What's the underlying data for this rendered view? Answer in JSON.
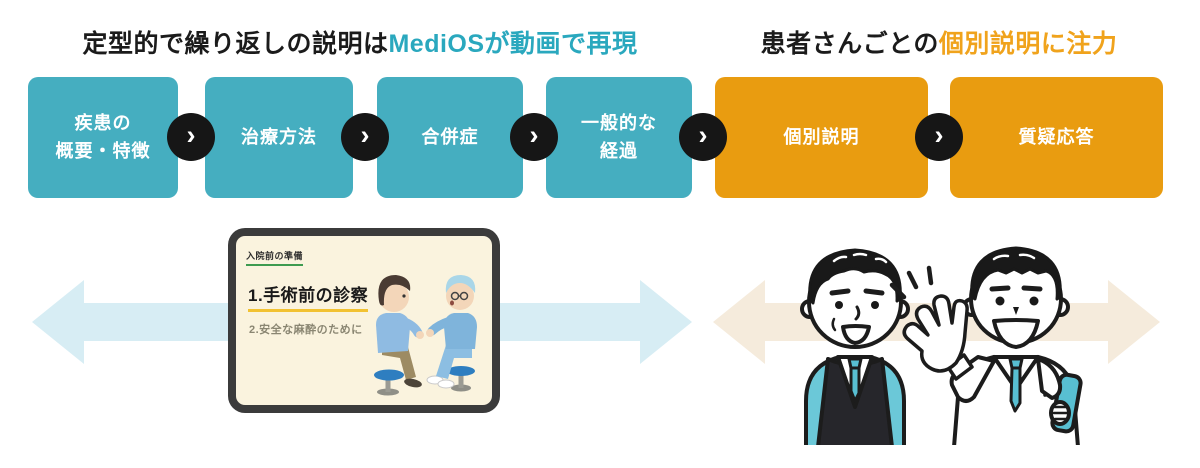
{
  "headings": {
    "video": {
      "plain": "定型的で繰り返しの説明は",
      "accent": "MediOSが動画で再現"
    },
    "individual": {
      "plain": "患者さんごとの",
      "accent": "個別説明に注力"
    }
  },
  "flow": {
    "chevron_glyph": "›",
    "steps": [
      {
        "label": "疾患の\n概要・特徴",
        "group": "video"
      },
      {
        "label": "治療方法",
        "group": "video"
      },
      {
        "label": "合併症",
        "group": "video"
      },
      {
        "label": "一般的な\n経過",
        "group": "video"
      },
      {
        "label": "個別説明",
        "group": "individual"
      },
      {
        "label": "質疑応答",
        "group": "individual"
      }
    ]
  },
  "tablet": {
    "tag": "入院前の準備",
    "slide_title": "1.手術前の診察",
    "slide_subtitle": "2.安全な麻酔のために"
  },
  "colors": {
    "accent_teal": "#2AA8BE",
    "accent_orange": "#F0A31C",
    "box_teal": "#45AEC0",
    "box_orange": "#E99C10",
    "chevron_circle": "#161616",
    "arrow_teal": "#D7EDF4",
    "arrow_beige": "#F5EBDC",
    "tablet_frame": "#3B3B3B",
    "tablet_screen": "#FAF3DE",
    "tag_underline_green": "#3E9B50",
    "title_underline_yellow": "#F2C232",
    "illustration_teal": "#58BFD2"
  }
}
